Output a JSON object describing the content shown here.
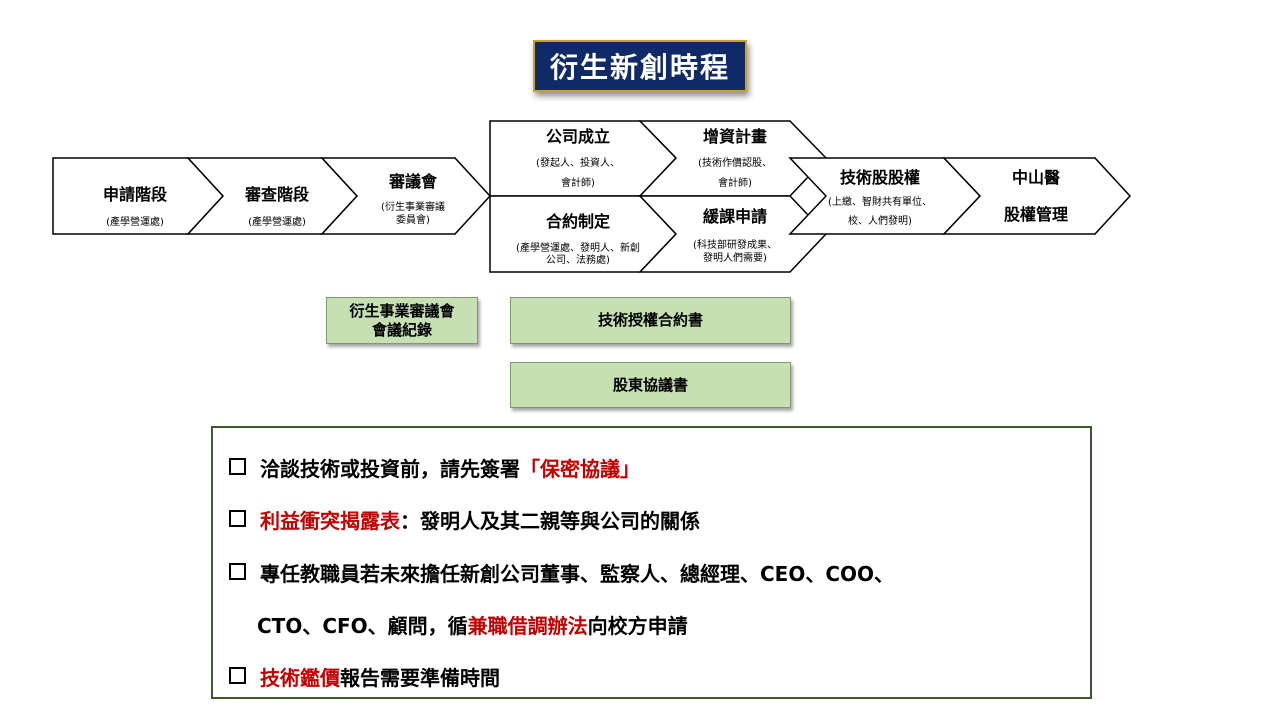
{
  "title": "衍生新創時程",
  "stages": [
    {
      "title": "申請階段",
      "sub1": "(產學營運處)",
      "sub2": ""
    },
    {
      "title": "審查階段",
      "sub1": "(產學營運處)",
      "sub2": ""
    },
    {
      "title": "審議會",
      "sub1": "(衍生事業審議",
      "sub2": "委員會)"
    },
    {
      "title": "公司成立",
      "sub1": "(發起人、投資人、",
      "sub2": "會計師)"
    },
    {
      "title": "合約制定",
      "sub1": "(產學營運處、發明人、新創",
      "sub2": "公司、法務處)"
    },
    {
      "title": "增資計畫",
      "sub1": "(技術作價認股、",
      "sub2": "會計師)"
    },
    {
      "title": "緩課申請",
      "sub1": "(科技部研發成果、",
      "sub2": "發明人們需要)"
    },
    {
      "title": "技術股股權",
      "sub1": "(上繳、智財共有單位、",
      "sub2": "校、人們發明)"
    },
    {
      "title": "中山醫",
      "sub1": "股權管理",
      "sub2": ""
    }
  ],
  "documents": {
    "minutes": {
      "line1": "衍生事業審議會",
      "line2": "會議紀錄"
    },
    "license": "技術授權合約書",
    "shareholder": "股東協議書"
  },
  "notes": {
    "n1": {
      "text": "洽談技術或投資前，請先簽署",
      "highlight": "「保密協議」"
    },
    "n2": {
      "highlight": "利益衝突揭露表",
      "text": "：發明人及其二親等與公司的關係"
    },
    "n3": {
      "line1": "專任教職員若未來擔任新創公司董事、監察人、總經理、CEO、COO、",
      "line2_pre": "CTO、CFO、顧問，循",
      "line2_highlight": "兼職借調辦法",
      "line2_post": "向校方申請"
    },
    "n4": {
      "highlight": "技術鑑價",
      "text": "報告需要準備時間"
    }
  },
  "colors": {
    "title_bg": "#0f2a66",
    "title_border": "#c9a227",
    "doc_bg": "#c6e0b4",
    "highlight": "#c00000",
    "notes_border": "#3c5a2a"
  }
}
